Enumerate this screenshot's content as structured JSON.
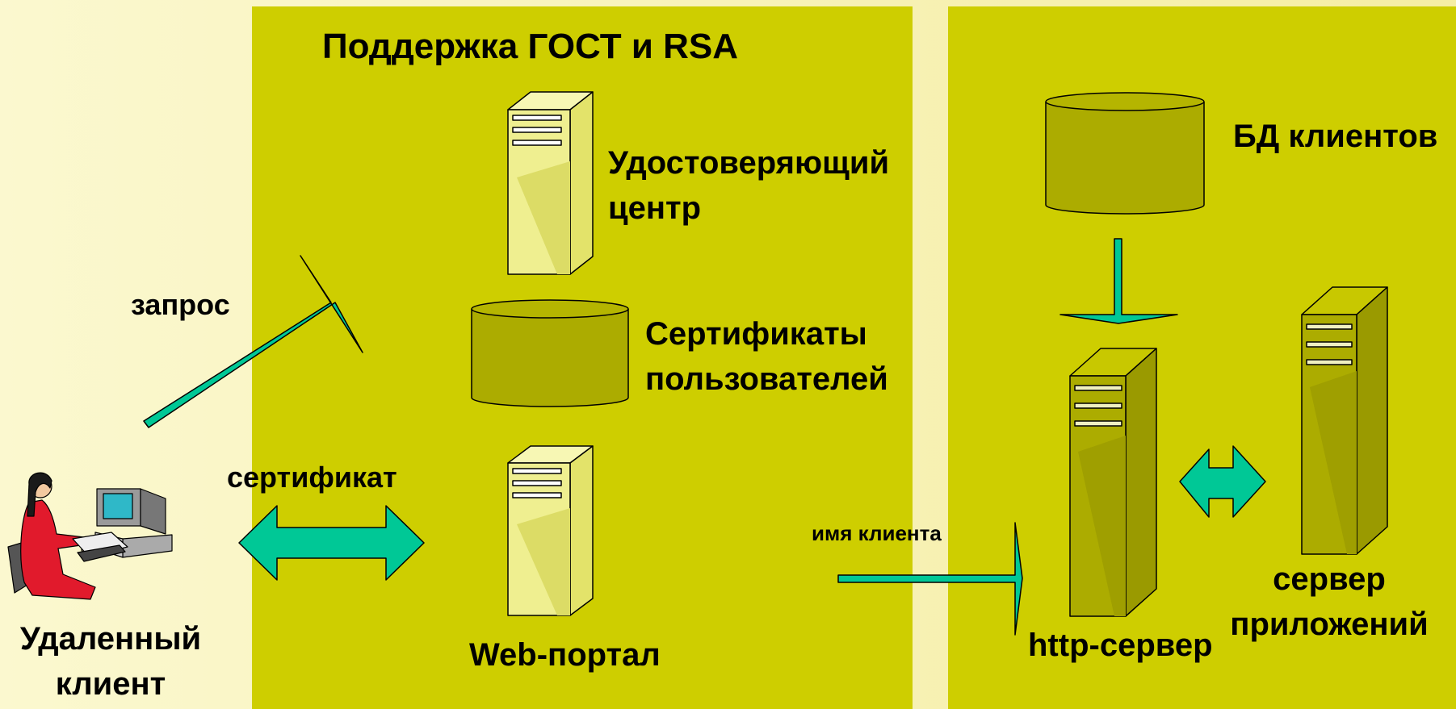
{
  "title": "Поддержка ГОСТ и RSA",
  "nodes": {
    "ca": {
      "label_line1": "Удостоверяющий",
      "label_line2": "центр"
    },
    "certs": {
      "label_line1": "Сертификаты",
      "label_line2": "пользователей"
    },
    "portal": {
      "label": "Web-портал"
    },
    "client": {
      "label_line1": "Удаленный",
      "label_line2": "клиент"
    },
    "db": {
      "label": "БД клиентов"
    },
    "http": {
      "label": "http-сервер"
    },
    "app": {
      "label_line1": "сервер",
      "label_line2": "приложений"
    }
  },
  "edges": {
    "request": "запрос",
    "certificate": "сертификат",
    "client_name": "имя клиента"
  },
  "colors": {
    "panel": "#cece00",
    "background": "#f8f3bd",
    "arrow": "#00c896",
    "server_light": "#f0f08a",
    "server_dark": "#a8a800",
    "cylinder": "#acac00"
  }
}
